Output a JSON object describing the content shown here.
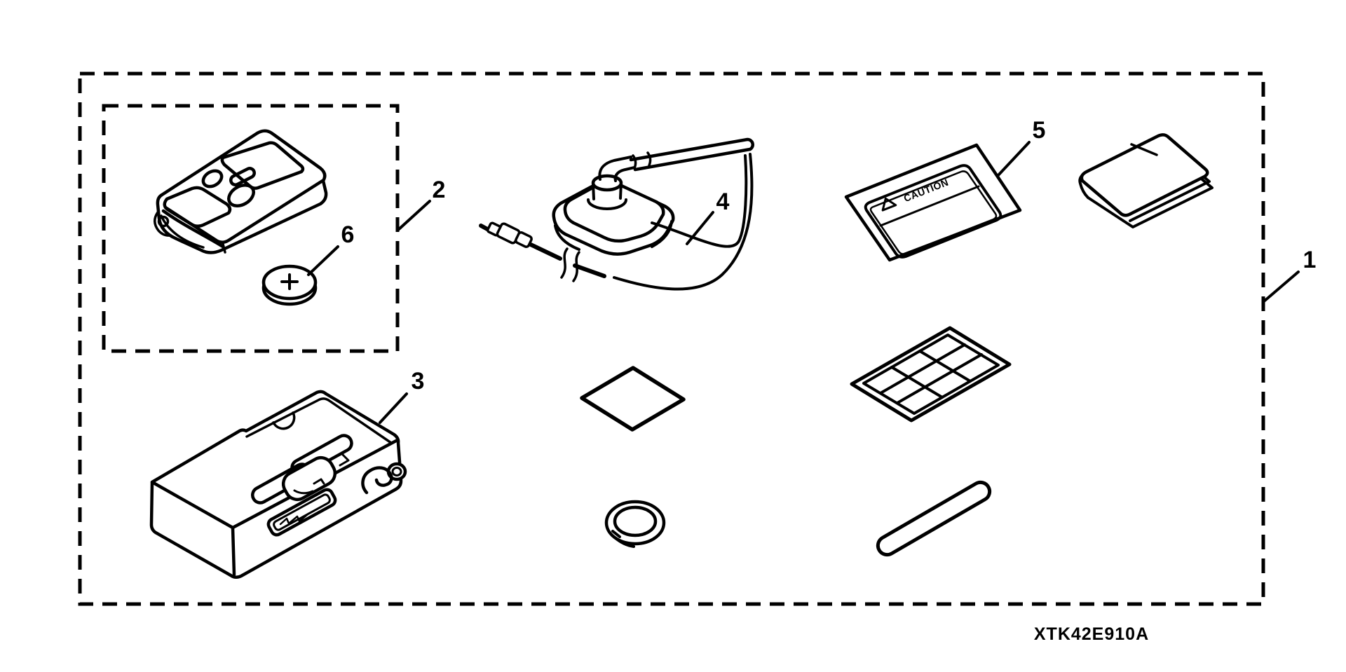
{
  "part_code": "XTK42E910A",
  "caution_text": "CAUTION",
  "callout_numbers": [
    "1",
    "2",
    "3",
    "4",
    "5",
    "6"
  ],
  "colors": {
    "line": "#000000",
    "background": "#ffffff"
  }
}
